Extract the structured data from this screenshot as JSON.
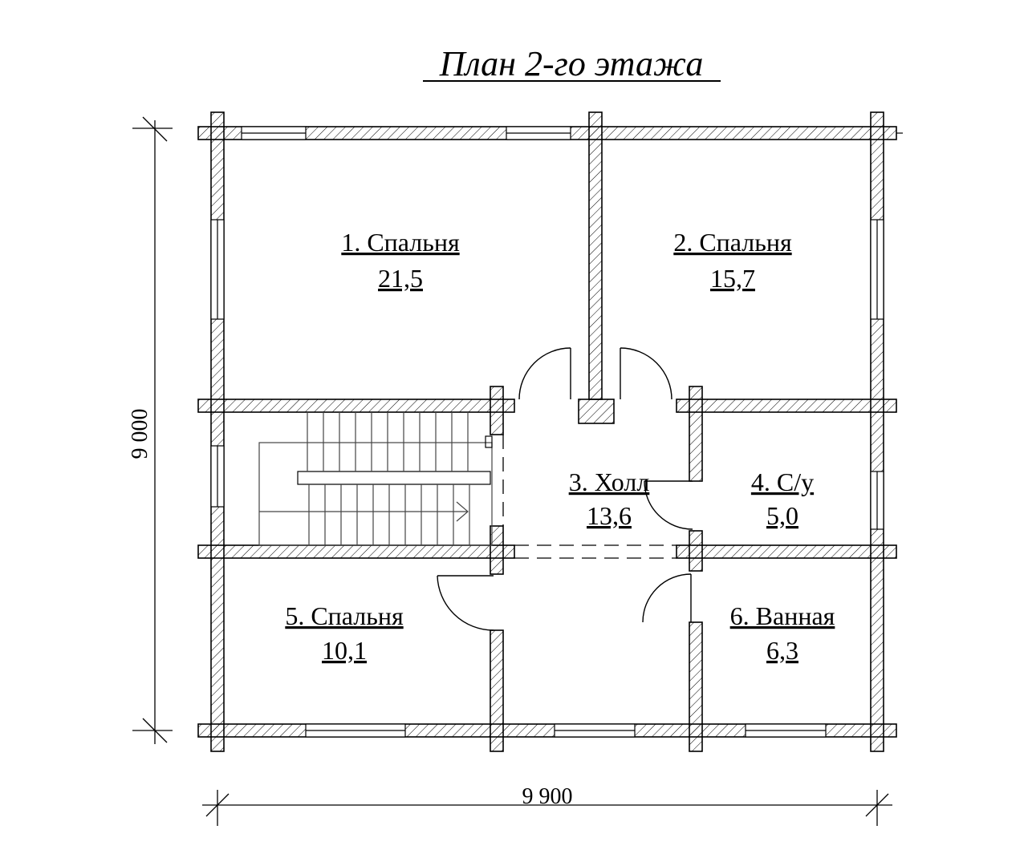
{
  "title": "План 2-го этажа",
  "rooms": [
    {
      "name": "1. Спальня",
      "area": "21,5"
    },
    {
      "name": "2. Спальня",
      "area": "15,7"
    },
    {
      "name": "3. Холл",
      "area": "13,6"
    },
    {
      "name": "4. С/у",
      "area": "5,0"
    },
    {
      "name": "5. Спальня",
      "area": "10,1"
    },
    {
      "name": "6. Ванная",
      "area": "6,3"
    }
  ],
  "dimensions": {
    "width": "9 900",
    "height": "9 000"
  }
}
